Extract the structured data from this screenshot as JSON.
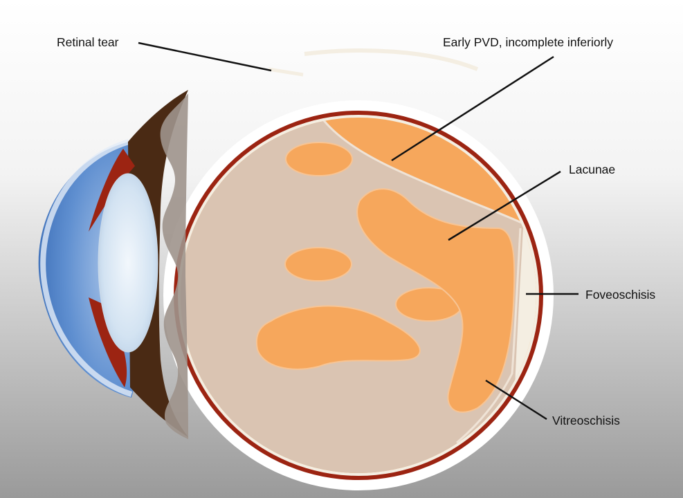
{
  "labels": {
    "retinal_tear": "Retinal tear",
    "early_pvd": "Early PVD, incomplete inferiorly",
    "lacunae": "Lacunae",
    "foveoschisis": "Foveoschisis",
    "vitreoschisis": "Vitreoschisis"
  },
  "colors": {
    "background_top": "#ffffff",
    "background_bottom": "#9e9e9e",
    "sclera": "#ffffff",
    "choroid": "#9c2412",
    "vitreous_orange": "#f6a75c",
    "vitreous_gel": "#dac4b2",
    "lens": "#d6e6f3",
    "cornea": "#5f8fd0",
    "ciliary_dark": "#4a2a14",
    "leader_line": "#111111"
  }
}
